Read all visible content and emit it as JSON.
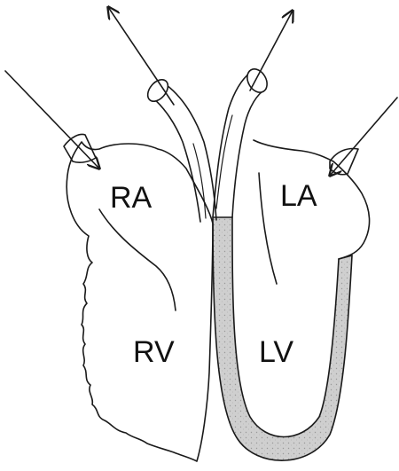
{
  "labels": {
    "right_atrium": "RA",
    "left_atrium": "LA",
    "right_ventricle": "RV",
    "left_ventricle": "LV"
  },
  "colors": {
    "outline": "#1a1a1a",
    "myocardium_fill": "#cfcfcf",
    "background": "#ffffff"
  }
}
